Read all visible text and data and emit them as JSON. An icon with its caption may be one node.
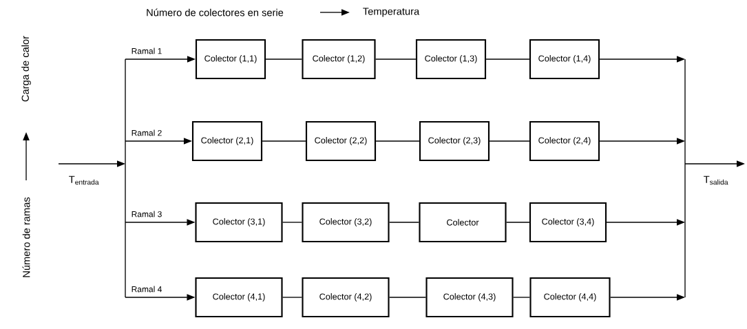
{
  "diagram": {
    "nodes": [
      {
        "text": [
          "Colector (1,1)"
        ]
      },
      {
        "text": [
          "Colector (1,2)"
        ]
      },
      {
        "text": [
          "Colector (1,3)"
        ]
      },
      {
        "text": [
          "Colector (1,4)"
        ]
      },
      {
        "text": [
          "Colector (2,1)"
        ]
      },
      {
        "text": [
          "Colector (2,2)"
        ]
      },
      {
        "text": [
          "Colector (2,3)"
        ]
      },
      {
        "text": [
          "Colector (2,4)"
        ]
      },
      {
        "text": [
          "Colector (3,1)"
        ]
      },
      {
        "text": [
          "Colector (3,2)"
        ]
      },
      {
        "text": [
          "Colector"
        ]
      },
      {
        "text": [
          "Colector (3,4)"
        ]
      },
      {
        "text": [
          "Colector (4,1)"
        ]
      },
      {
        "text": [
          "Colector (4,2)"
        ]
      },
      {
        "text": [
          "Colector (4,3)"
        ]
      },
      {
        "text": [
          "Colector (4,4)"
        ]
      }
    ],
    "edges": [
      {
        "from": 0,
        "to": 1,
        "arrow": "none"
      },
      {
        "from": 1,
        "to": 2,
        "arrow": "none"
      },
      {
        "from": 2,
        "to": 3,
        "arrow": "none"
      },
      {
        "from": 4,
        "to": 5,
        "arrow": "none"
      },
      {
        "from": 5,
        "to": 6,
        "arrow": "none"
      },
      {
        "from": 6,
        "to": 7,
        "arrow": "none"
      },
      {
        "from": 8,
        "to": 9,
        "arrow": "none"
      },
      {
        "from": 9,
        "to": 10,
        "arrow": "none"
      },
      {
        "from": 10,
        "to": 11,
        "arrow": "none"
      },
      {
        "from": 12,
        "to": 13,
        "arrow": "none"
      },
      {
        "from": 13,
        "to": 14,
        "arrow": "none"
      },
      {
        "from": 14,
        "to": 15,
        "arrow": "none"
      },
      {
        "from": null,
        "to": 0,
        "arrow": "to",
        "label": "Ramal 1"
      },
      {
        "from": null,
        "to": 4,
        "arrow": "to",
        "label": "Ramal 2"
      },
      {
        "from": null,
        "to": 8,
        "arrow": "to",
        "label": "Ramal 3"
      },
      {
        "from": null,
        "to": 12,
        "arrow": "to",
        "label": "Ramal 4"
      },
      {
        "from": 3,
        "to": null,
        "arrow": "to"
      },
      {
        "from": 7,
        "to": null,
        "arrow": "to"
      },
      {
        "from": 11,
        "to": null,
        "arrow": "to"
      },
      {
        "from": 15,
        "to": null,
        "arrow": "to"
      }
    ],
    "labels": [
      "Número de colectores en serie",
      "Temperatura",
      "Carga de calor",
      "Número de ramas",
      "T$_{entrada}$",
      "T$_{salida}$"
    ]
  }
}
